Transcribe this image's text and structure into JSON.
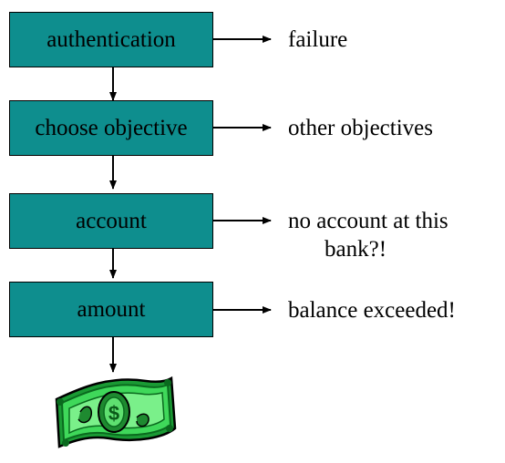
{
  "steps": [
    {
      "label": "authentication"
    },
    {
      "label": "choose objective"
    },
    {
      "label": "account"
    },
    {
      "label": "amount"
    }
  ],
  "outcomes": [
    {
      "line1": "failure",
      "line2": ""
    },
    {
      "line1": "other objectives",
      "line2": ""
    },
    {
      "line1": "no account at this",
      "line2": "bank?!"
    },
    {
      "line1": "balance exceeded!",
      "line2": ""
    }
  ],
  "colors": {
    "box_fill": "#0e8e8e",
    "box_border": "#000000",
    "arrow": "#000000",
    "banknote_green": "#22c040",
    "banknote_dark": "#0a6a1e"
  },
  "final_icon": "money-banknote-icon"
}
